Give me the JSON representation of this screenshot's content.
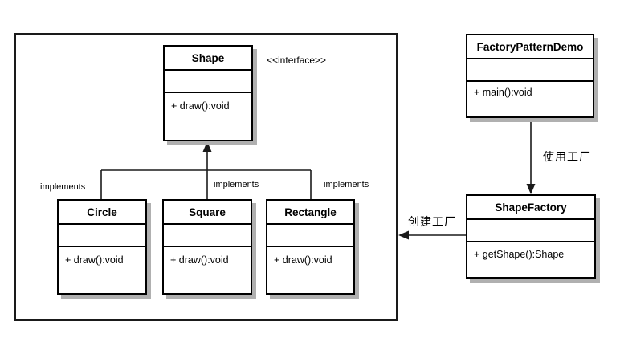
{
  "diagram": {
    "kind": "uml-class-diagram",
    "interface_note": "<<interface>>",
    "classes": {
      "shape": {
        "name": "Shape",
        "methods": "+ draw():void"
      },
      "circle": {
        "name": "Circle",
        "methods": "+ draw():void"
      },
      "square": {
        "name": "Square",
        "methods": "+ draw():void"
      },
      "rectangle": {
        "name": "Rectangle",
        "methods": "+ draw():void"
      },
      "factory_pattern_demo": {
        "name": "FactoryPatternDemo",
        "methods": "+ main():void"
      },
      "shape_factory": {
        "name": "ShapeFactory",
        "methods": "+ getShape():Shape"
      }
    },
    "labels": {
      "implements_circle": "implements",
      "implements_square": "implements",
      "implements_rectangle": "implements",
      "use_factory": "使用工厂",
      "create_factory": "创建工厂"
    },
    "colors": {
      "line": "#1a1a1a",
      "box_border": "#000000",
      "shadow": "#b0b0b0",
      "background": "#ffffff"
    }
  }
}
